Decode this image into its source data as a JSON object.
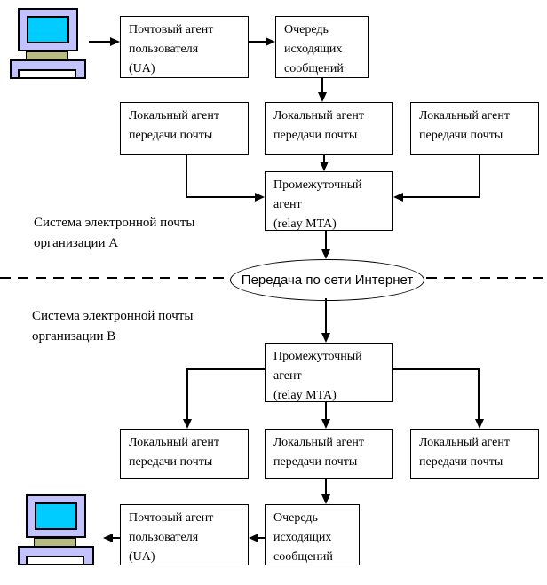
{
  "section_labels": {
    "org_a": {
      "line1": "Система электронной почты",
      "line2": "организации А"
    },
    "org_b": {
      "line1": "Система электронной почты",
      "line2": "организации В"
    }
  },
  "nodes": {
    "ua_a": {
      "line1": "Почтовый агент",
      "line2": "пользователя",
      "line3": "(UA)"
    },
    "queue_a": {
      "line1": "Очередь",
      "line2": "исходящих",
      "line3": "сообщений"
    },
    "local_a1": {
      "line1": "Локальный агент",
      "line2": "передачи почты"
    },
    "local_a2": {
      "line1": "Локальный агент",
      "line2": "передачи почты"
    },
    "local_a3": {
      "line1": "Локальный агент",
      "line2": "передачи почты"
    },
    "relay_a": {
      "line1": "Промежуточный",
      "line2": "агент",
      "line3": "(relay MTA)"
    },
    "internet": {
      "label": "Передача по сети Интернет"
    },
    "relay_b": {
      "line1": "Промежуточный",
      "line2": "агент",
      "line3": "(relay MTA)"
    },
    "local_b1": {
      "line1": "Локальный агент",
      "line2": "передачи почты"
    },
    "local_b2": {
      "line1": "Локальный агент",
      "line2": "передачи почты"
    },
    "local_b3": {
      "line1": "Локальный агент",
      "line2": "передачи почты"
    },
    "queue_b": {
      "line1": "Очередь",
      "line2": "исходящих",
      "line3": "сообщений"
    },
    "ua_b": {
      "line1": "Почтовый агент",
      "line2": "пользователя",
      "line3": "(UA)"
    }
  },
  "icons": {
    "workstation_a": "computer-workstation-icon",
    "workstation_b": "computer-workstation-icon"
  },
  "colors": {
    "line": "#000000",
    "box_background": "#ffffff",
    "page_background": "#ffffff",
    "monitor_case": "#c2c2ff",
    "monitor_screen": "#00ccff",
    "keyboard_tray": "#b9b982"
  }
}
